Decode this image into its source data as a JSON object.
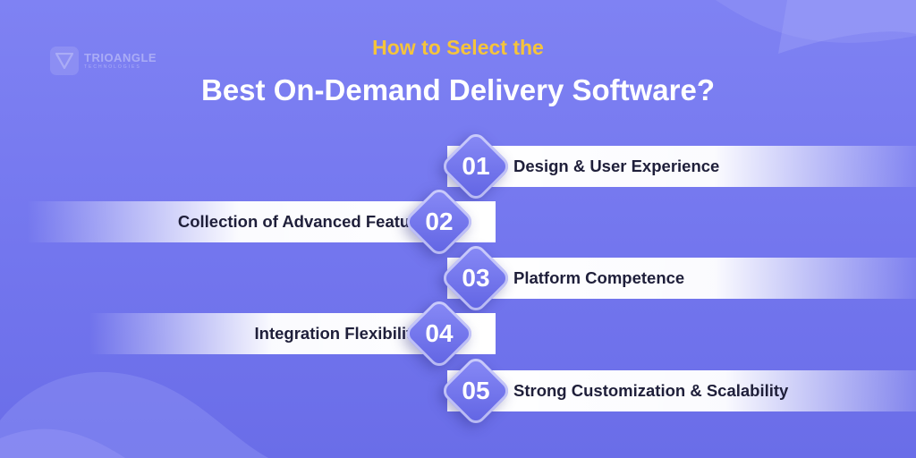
{
  "logo": {
    "name": "TRIOANGLE",
    "tagline": "TECHNOLOGIES"
  },
  "header": {
    "subtitle": "How to Select the",
    "title": "Best On-Demand Delivery Software?"
  },
  "steps": [
    {
      "number": "01",
      "label": "Design & User Experience"
    },
    {
      "number": "02",
      "label": "Collection of Advanced Features"
    },
    {
      "number": "03",
      "label": "Platform Competence"
    },
    {
      "number": "04",
      "label": "Integration Flexibilities"
    },
    {
      "number": "05",
      "label": "Strong Customization & Scalability"
    }
  ],
  "colors": {
    "background": "#7376ee",
    "subtitle": "#f5c43b",
    "title": "#ffffff",
    "label_text": "#1f1f3a",
    "diamond": "#6a6de8"
  }
}
